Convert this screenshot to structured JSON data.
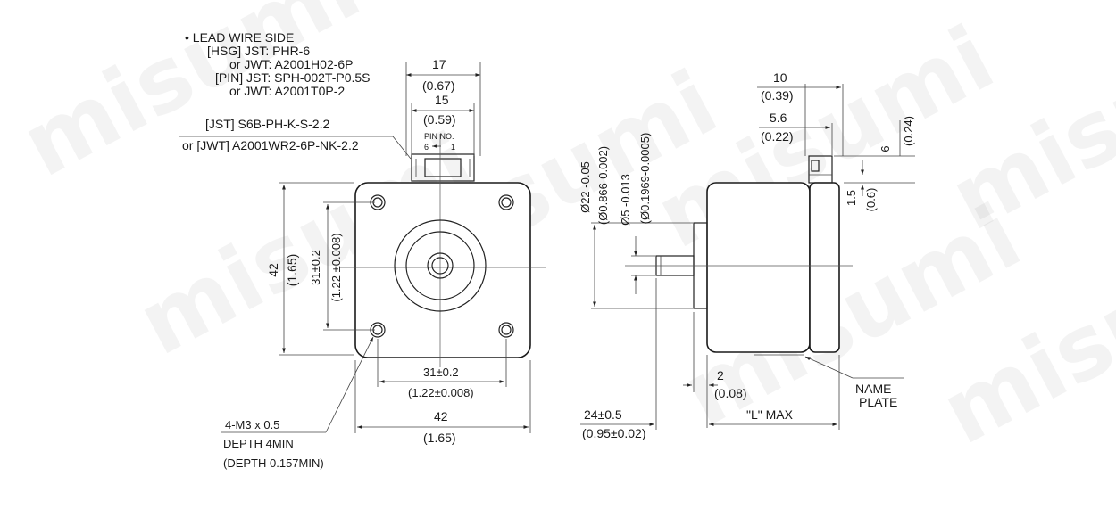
{
  "watermark": "misumi",
  "lead_wire": {
    "header": "• LEAD WIRE SIDE",
    "hsg_line": "[HSG] JST: PHR-6",
    "hsg_alt": "or JWT: A2001H02-6P",
    "pin_line": "[PIN] JST: SPH-002T-P0.5S",
    "pin_alt": "or JWT: A2001T0P-2",
    "cable_jst": "[JST] S6B-PH-K-S-2.2",
    "cable_jwt": "or [JWT] A2001WR2-6P-NK-2.2"
  },
  "front": {
    "dim17": "17",
    "dim17_in": "(0.67)",
    "dim15": "15",
    "dim15_in": "(0.59)",
    "pin_no": "PIN NO.",
    "pin_6": "6",
    "pin_1": "1",
    "height": "42",
    "height_in": "(1.65)",
    "hole_v": "31±0.2",
    "hole_v_in": "(1.22 ±0.008)",
    "hole_h": "31±0.2",
    "hole_h_in": "(1.22±0.008)",
    "width": "42",
    "width_in": "(1.65)",
    "screw": "4-M3 x 0.5",
    "depth": "DEPTH 4MIN",
    "depth_in": "(DEPTH 0.157MIN)"
  },
  "side": {
    "d22": "Ø22 -0.05",
    "d22_in": "(Ø0.866-0.002)",
    "d5": "Ø5 -0.013",
    "d5_in": "(Ø0.1969-0.0005)",
    "d10": "10",
    "d10_in": "(0.39)",
    "d56": "5.6",
    "d56_in": "(0.22)",
    "d6": "6",
    "d6_in": "(0.24)",
    "d15": "1.5",
    "d15_in": "(0.6)",
    "d2": "2",
    "d2_in": "(0.08)",
    "d24": "24±0.5",
    "d24_in": "(0.95±0.02)",
    "lmax": "\"L\" MAX",
    "name1": "NAME",
    "name2": "PLATE"
  }
}
